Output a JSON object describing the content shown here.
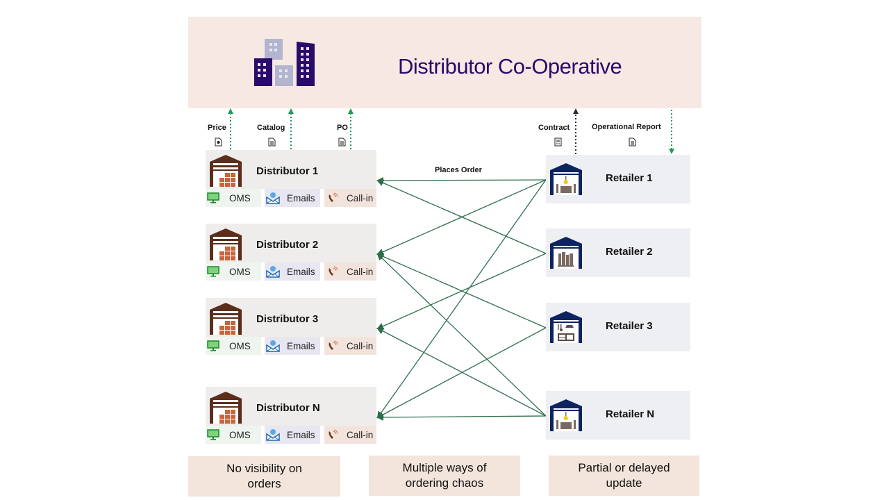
{
  "coop": {
    "title": "Distributor Co-Operative",
    "icon": "city-buildings-icon",
    "colors": {
      "background": "#f6e9e4",
      "title": "#2a0a6b"
    }
  },
  "documents": {
    "price": {
      "label": "Price",
      "icon": "price-document-icon"
    },
    "catalog": {
      "label": "Catalog",
      "icon": "catalog-document-icon"
    },
    "po": {
      "label": "PO",
      "icon": "po-document-icon"
    },
    "contract": {
      "label": "Contract",
      "icon": "contract-document-icon"
    },
    "operational_report": {
      "label": "Operational Report",
      "icon": "report-document-icon"
    }
  },
  "places_order_label": "Places Order",
  "channels": {
    "oms": "OMS",
    "emails": "Emails",
    "callin": "Call-in"
  },
  "distributors": [
    {
      "id": "D1",
      "name": "Distributor  1"
    },
    {
      "id": "D2",
      "name": "Distributor  2"
    },
    {
      "id": "D3",
      "name": "Distributor  3"
    },
    {
      "id": "DN",
      "name": "Distributor  N"
    }
  ],
  "retailers": [
    {
      "id": "R1",
      "name": "Retailer 1",
      "icon": "furniture-store-icon"
    },
    {
      "id": "R2",
      "name": "Retailer 2",
      "icon": "bookstore-icon"
    },
    {
      "id": "R3",
      "name": "Retailer 3",
      "icon": "kitchen-store-icon"
    },
    {
      "id": "RN",
      "name": "Retailer N",
      "icon": "furniture-store-icon"
    }
  ],
  "order_links": [
    {
      "from": "R1",
      "to": "D1"
    },
    {
      "from": "R1",
      "to": "D2"
    },
    {
      "from": "R1",
      "to": "DN"
    },
    {
      "from": "R2",
      "to": "D1"
    },
    {
      "from": "R2",
      "to": "D3"
    },
    {
      "from": "R3",
      "to": "D2"
    },
    {
      "from": "R3",
      "to": "DN"
    },
    {
      "from": "RN",
      "to": "D2"
    },
    {
      "from": "RN",
      "to": "D3"
    },
    {
      "from": "RN",
      "to": "DN"
    }
  ],
  "problems": [
    "No visibility on orders",
    "Multiple ways of ordering chaos",
    "Partial or delayed update"
  ],
  "colors": {
    "link": "#2e6e4c",
    "dotted_arrow": "#1f9a5a",
    "contract_arrow": "#2b2b3d",
    "warehouse": "#5a2e1a",
    "store": "#0e2460"
  }
}
